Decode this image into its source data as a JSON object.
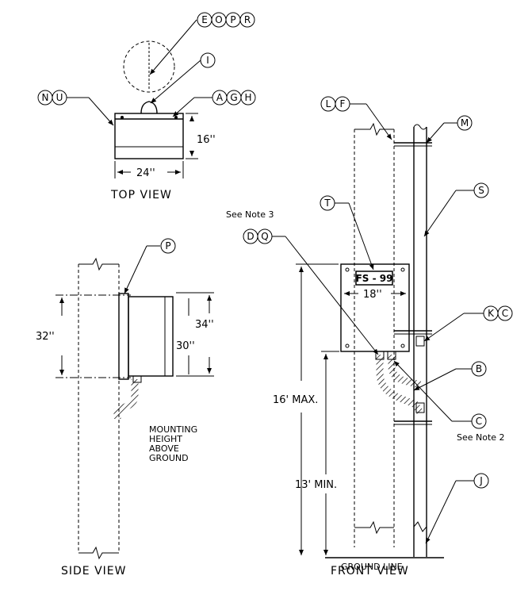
{
  "bubbles": {
    "eopr": [
      "E",
      "O",
      "P",
      "R"
    ],
    "i": [
      "I"
    ],
    "nu": [
      "N",
      "U"
    ],
    "agh": [
      "A",
      "G",
      "H"
    ],
    "lf": [
      "L",
      "F"
    ],
    "m": [
      "M"
    ],
    "s": [
      "S"
    ],
    "t": [
      "T"
    ],
    "dq": [
      "D",
      "Q"
    ],
    "p": [
      "P"
    ],
    "kc": [
      "K",
      "C"
    ],
    "b": [
      "B"
    ],
    "c": [
      "C"
    ],
    "j": [
      "J"
    ]
  },
  "dims": {
    "top_height": "16''",
    "top_width": "24''",
    "side_32": "32''",
    "side_34": "34''",
    "side_30": "30''",
    "front_18": "18''",
    "max_height": "16' MAX.",
    "min_height": "13' MIN."
  },
  "labels": {
    "top_view": "TOP VIEW",
    "side_view": "SIDE VIEW",
    "front_view": "FRONT VIEW",
    "see_note_3": "See Note 3",
    "see_note_2": "See Note 2",
    "mounting_1": "MOUNTING",
    "mounting_2": "HEIGHT",
    "mounting_3": "ABOVE",
    "mounting_4": "GROUND",
    "ground_line": "GROUND LINE",
    "cabinet_tag": "FS - 99"
  }
}
